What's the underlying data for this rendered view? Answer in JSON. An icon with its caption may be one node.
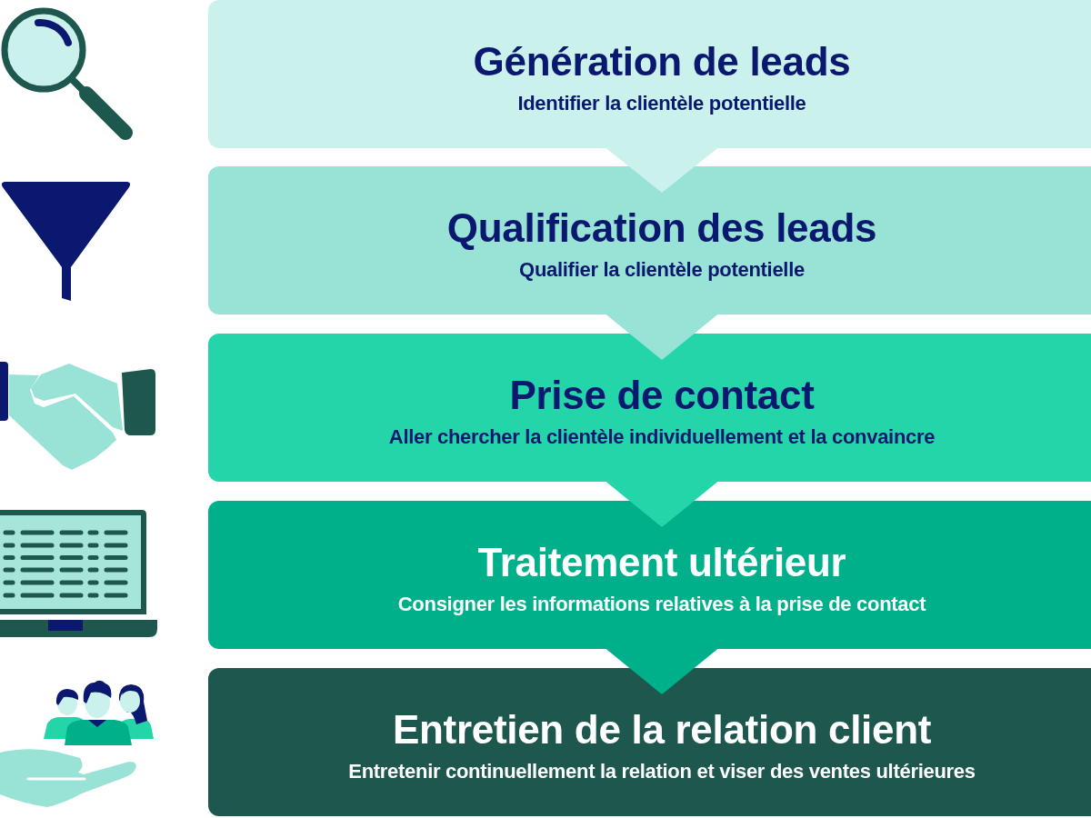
{
  "diagram": {
    "nodes": [
      {
        "text": [
          "Génération de leads",
          "Identifier la clientèle potentielle"
        ]
      },
      {
        "text": [
          "Qualification des leads",
          "Qualifier la clientèle potentielle"
        ]
      },
      {
        "text": [
          "Prise de contact",
          "Aller chercher la clientèle individuellement et la convaincre"
        ]
      },
      {
        "text": [
          "Traitement ultérieur",
          "Consigner les informations relatives à la prise de contact"
        ]
      },
      {
        "text": [
          "Entretien de la relation client",
          "Entretenir continuellement la relation et viser des ventes ultérieures"
        ]
      }
    ],
    "edges": [
      {
        "from": 0,
        "to": 1,
        "arrow": "to"
      },
      {
        "from": 1,
        "to": 2,
        "arrow": "to"
      },
      {
        "from": 2,
        "to": 3,
        "arrow": "to"
      },
      {
        "from": 3,
        "to": 4,
        "arrow": "to"
      }
    ]
  }
}
